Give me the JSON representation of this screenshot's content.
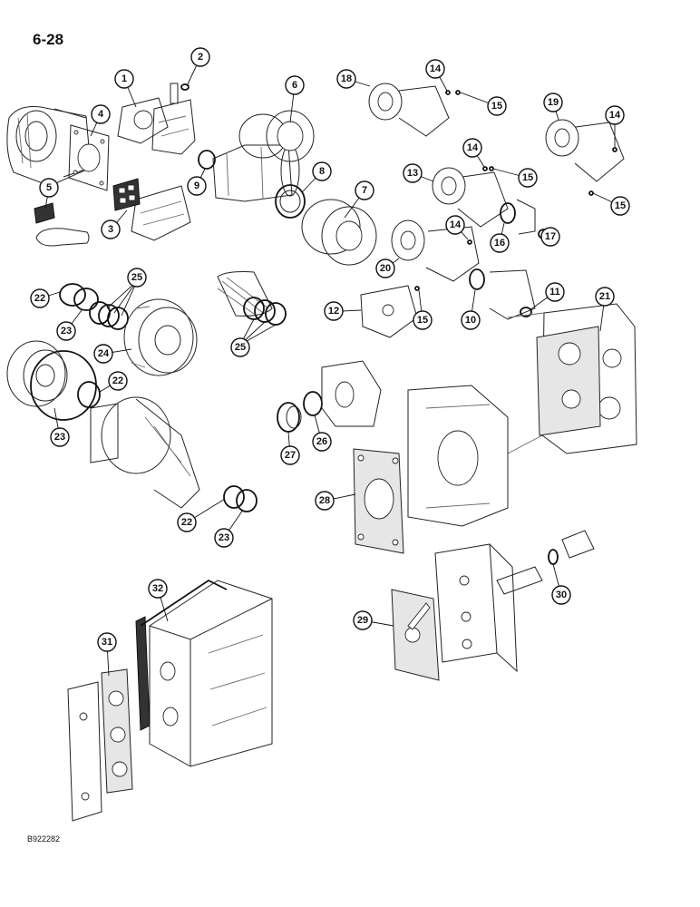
{
  "page": {
    "number": "6-28",
    "figure_id": "B922282"
  },
  "callouts": [
    {
      "key": "c1",
      "label": "1"
    },
    {
      "key": "c2",
      "label": "2"
    },
    {
      "key": "c3",
      "label": "3"
    },
    {
      "key": "c4",
      "label": "4"
    },
    {
      "key": "c5",
      "label": "5"
    },
    {
      "key": "c6",
      "label": "6"
    },
    {
      "key": "c7",
      "label": "7"
    },
    {
      "key": "c8",
      "label": "8"
    },
    {
      "key": "c9",
      "label": "9"
    },
    {
      "key": "c10",
      "label": "10"
    },
    {
      "key": "c11",
      "label": "11"
    },
    {
      "key": "c12",
      "label": "12"
    },
    {
      "key": "c13",
      "label": "13"
    },
    {
      "key": "c14a",
      "label": "14"
    },
    {
      "key": "c14b",
      "label": "14"
    },
    {
      "key": "c14c",
      "label": "14"
    },
    {
      "key": "c14d",
      "label": "14"
    },
    {
      "key": "c15a",
      "label": "15"
    },
    {
      "key": "c15b",
      "label": "15"
    },
    {
      "key": "c15c",
      "label": "15"
    },
    {
      "key": "c15d",
      "label": "15"
    },
    {
      "key": "c16",
      "label": "16"
    },
    {
      "key": "c17",
      "label": "17"
    },
    {
      "key": "c18",
      "label": "18"
    },
    {
      "key": "c19",
      "label": "19"
    },
    {
      "key": "c20",
      "label": "20"
    },
    {
      "key": "c21",
      "label": "21"
    },
    {
      "key": "c22a",
      "label": "22"
    },
    {
      "key": "c22b",
      "label": "22"
    },
    {
      "key": "c22c",
      "label": "22"
    },
    {
      "key": "c23a",
      "label": "23"
    },
    {
      "key": "c23b",
      "label": "23"
    },
    {
      "key": "c23c",
      "label": "23"
    },
    {
      "key": "c24",
      "label": "24"
    },
    {
      "key": "c25a",
      "label": "25"
    },
    {
      "key": "c25b",
      "label": "25"
    },
    {
      "key": "c26",
      "label": "26"
    },
    {
      "key": "c27",
      "label": "27"
    },
    {
      "key": "c28",
      "label": "28"
    },
    {
      "key": "c29",
      "label": "29"
    },
    {
      "key": "c30",
      "label": "30"
    },
    {
      "key": "c31",
      "label": "31"
    },
    {
      "key": "c32",
      "label": "32"
    }
  ]
}
